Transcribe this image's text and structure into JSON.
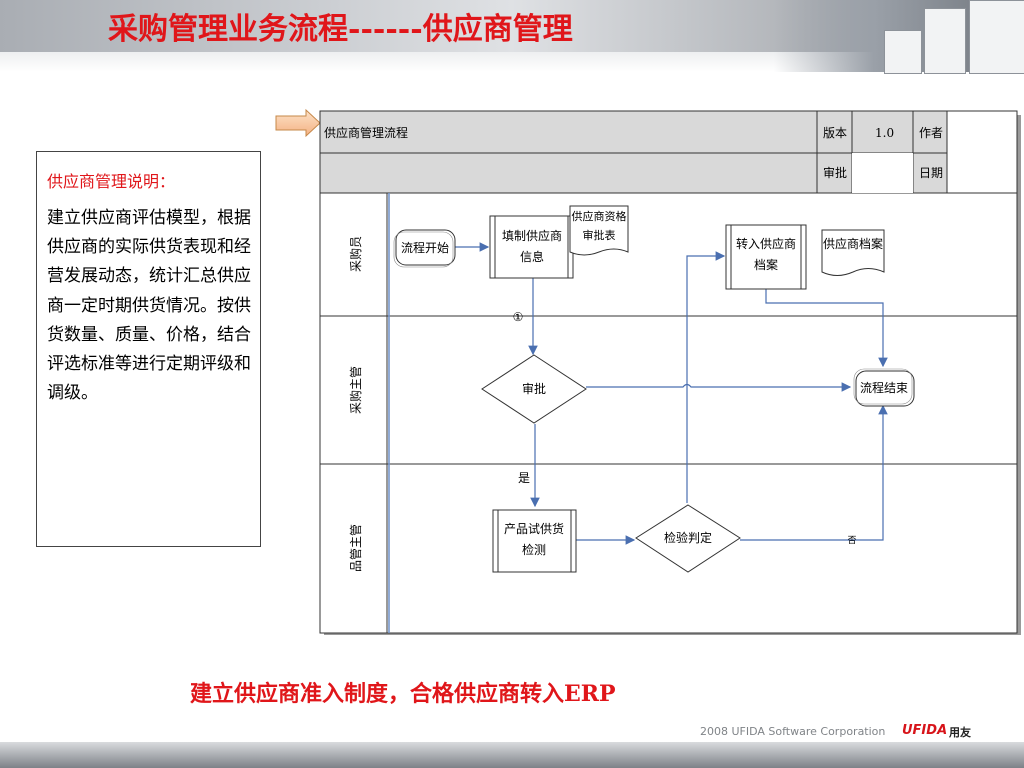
{
  "slide": {
    "title": "采购管理业务流程------供应商管理",
    "footer_copyright": "2008 UFIDA Software Corporation",
    "footer_logo": "UFIDA",
    "footer_logo_cn": "用友"
  },
  "note": {
    "heading": "供应商管理说明：",
    "body": "建立供应商评估模型，根据供应商的实际供货表现和经营发展动态，统计汇总供应商一定时期供货情况。按供货数量、质量、价格，结合评选标准等进行定期评级和调级。"
  },
  "conclusion": "建立供应商准入制度，合格供应商转入ERP",
  "flowchart": {
    "header": {
      "name": "供应商管理流程",
      "version_label": "版本",
      "version_value": "1.0",
      "author_label": "作者",
      "approve_label": "审批",
      "date_label": "日期"
    },
    "lanes": [
      "采购员",
      "采购主管",
      "品管主管"
    ],
    "nodes": {
      "start": "流程开始",
      "fill_info_1": "填制供应商",
      "fill_info_2": "信息",
      "doc_qual_1": "供应商资格",
      "doc_qual_2": "审批表",
      "transfer_1": "转入供应商",
      "transfer_2": "档案",
      "doc_archive": "供应商档案",
      "approve": "审批",
      "end": "流程结束",
      "trial_1": "产品试供货",
      "trial_2": "检测",
      "inspect": "检验判定"
    },
    "edge_labels": {
      "circle_one": "①",
      "yes": "是",
      "no": "否"
    }
  }
}
